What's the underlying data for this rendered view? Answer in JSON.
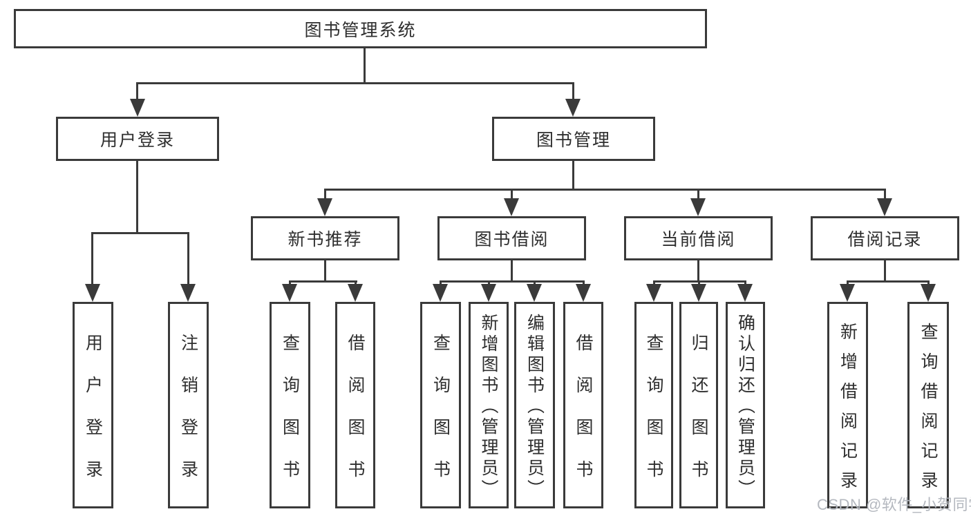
{
  "tree": {
    "root": {
      "label": "图书管理系统"
    },
    "level2": [
      {
        "label": "用户登录"
      },
      {
        "label": "图书管理"
      }
    ],
    "level3": [
      {
        "label": "新书推荐"
      },
      {
        "label": "图书借阅"
      },
      {
        "label": "当前借阅"
      },
      {
        "label": "借阅记录"
      }
    ],
    "leaves": {
      "user_login": [
        {
          "label": "用户登录"
        },
        {
          "label": "注销登录"
        }
      ],
      "new_book": [
        {
          "label": "查询图书"
        },
        {
          "label": "借阅图书"
        }
      ],
      "book_borrow": [
        {
          "label": "查询图书"
        },
        {
          "label": "新增图书（管理员）"
        },
        {
          "label": "编辑图书（管理员）"
        },
        {
          "label": "借阅图书"
        }
      ],
      "current_borrow": [
        {
          "label": "查询图书"
        },
        {
          "label": "归还图书"
        },
        {
          "label": "确认归还（管理员）"
        }
      ],
      "records": [
        {
          "label": "新增借阅记录"
        },
        {
          "label": "查询借阅记录"
        }
      ]
    }
  },
  "colors": {
    "line": "#3a3a3a",
    "text": "#2e2e2e",
    "watermark_text": "#b4b8bf",
    "background": "#ffffff"
  },
  "watermark": {
    "text": "CSDN @软件_小贺同学"
  }
}
